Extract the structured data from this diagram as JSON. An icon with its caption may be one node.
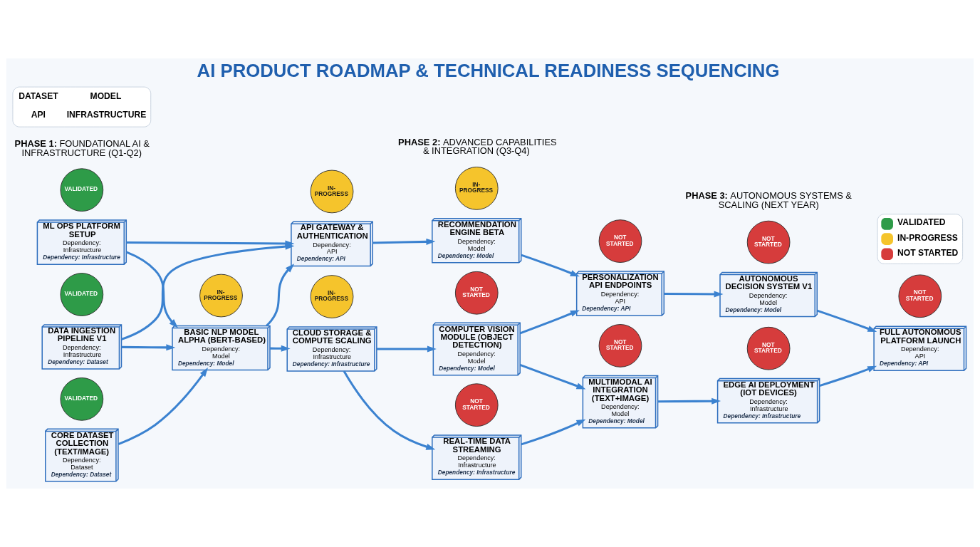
{
  "diagram": {
    "title": "AI PRODUCT ROADMAP & TECHNICAL READINESS SEQUENCING",
    "nodes": [
      {
        "text": [
          "DATA INGESTION PIPELINE V1",
          "Dependency: Infrastructure",
          "Dependency: Dataset"
        ]
      },
      {
        "text": [
          "VALIDATED"
        ]
      },
      {
        "text": [
          "CORE DATASET COLLECTION (TEXT/IMAGE)",
          "Dependency: Dataset",
          "Dependency: Dataset"
        ]
      },
      {
        "text": [
          "VALIDATED"
        ]
      },
      {
        "text": [
          "BASIC NLP MODEL ALPHA (BERT-BASED)",
          "Dependency: Model",
          "Dependency: Model"
        ]
      },
      {
        "text": [
          "IN-PROGRESS"
        ]
      },
      {
        "text": [
          "ML OPS PLATFORM SETUP",
          "Dependency: Infrastructure",
          "Dependency: Infrastructure"
        ]
      },
      {
        "text": [
          "VALIDATED"
        ]
      },
      {
        "text": [
          "API GATEWAY & AUTHENTICATION",
          "Dependency: API",
          "Dependency: API"
        ]
      },
      {
        "text": [
          "IN-PROGRESS"
        ]
      },
      {
        "text": [
          "CLOUD STORAGE & COMPUTE SCALING",
          "Dependency: Infrastructure",
          "Dependency: Infrastructure"
        ]
      },
      {
        "text": [
          "IN-PROGRESS"
        ]
      },
      {
        "text": [
          "RECOMMENDATION ENGINE BETA",
          "Dependency: Model",
          "Dependency: Model"
        ]
      },
      {
        "text": [
          "IN-PROGRESS"
        ]
      },
      {
        "text": [
          "COMPUTER VISION MODULE (OBJECT DETECTION)",
          "Dependency: Model",
          "Dependency: Model"
        ]
      },
      {
        "text": [
          "NOT STARTED"
        ]
      },
      {
        "text": [
          "REAL-TIME DATA STREAMING",
          "Dependency: Infrastructure",
          "Dependency: Infrastructure"
        ]
      },
      {
        "text": [
          "NOT STARTED"
        ]
      },
      {
        "text": [
          "PERSONALIZATION API ENDPOINTS",
          "Dependency: API",
          "Dependency: API"
        ]
      },
      {
        "text": [
          "NOT STARTED"
        ]
      },
      {
        "text": [
          "MULTIMODAL AI INTEGRATION (TEXT+IMAGE)",
          "Dependency: Model",
          "Dependency: Model"
        ]
      },
      {
        "text": [
          "NOT STARTED"
        ]
      },
      {
        "text": [
          "AUTONOMOUS DECISION SYSTEM V1",
          "Dependency: Model",
          "Dependency: Model"
        ]
      },
      {
        "text": [
          "NOT STARTED"
        ]
      },
      {
        "text": [
          "EDGE AI DEPLOYMENT (IOT DEVICES)",
          "Dependency: Infrastructure",
          "Dependency: Infrastructure"
        ]
      },
      {
        "text": [
          "NOT STARTED"
        ]
      },
      {
        "text": [
          "FULL AUTONOMOUS PLATFORM LAUNCH",
          "Dependency: API",
          "Dependency: API"
        ]
      },
      {
        "text": [
          "NOT STARTED"
        ]
      }
    ],
    "edges": [
      {
        "from": 0,
        "to": 8,
        "arrow": "to"
      },
      {
        "from": 0,
        "to": 4,
        "arrow": "to"
      },
      {
        "from": 2,
        "to": 4,
        "arrow": "to"
      },
      {
        "from": 6,
        "to": 4,
        "arrow": "to"
      },
      {
        "from": 6,
        "to": 8,
        "arrow": "to"
      },
      {
        "from": 4,
        "to": 8,
        "arrow": "to"
      },
      {
        "from": 4,
        "to": 10,
        "arrow": "to"
      },
      {
        "from": 8,
        "to": 12,
        "arrow": "to"
      },
      {
        "from": 10,
        "to": 14,
        "arrow": "to"
      },
      {
        "from": 10,
        "to": 16,
        "arrow": "to"
      },
      {
        "from": 12,
        "to": 18,
        "arrow": "to"
      },
      {
        "from": 14,
        "to": 18,
        "arrow": "to"
      },
      {
        "from": 14,
        "to": 20,
        "arrow": "to"
      },
      {
        "from": 16,
        "to": 20,
        "arrow": "to"
      },
      {
        "from": 18,
        "to": 22,
        "arrow": "to"
      },
      {
        "from": 20,
        "to": 24,
        "arrow": "to"
      },
      {
        "from": 22,
        "to": 26,
        "arrow": "to"
      },
      {
        "from": 24,
        "to": 26,
        "arrow": "to"
      }
    ],
    "labels": [
      "**PHASE 1:** FOUNDATIONAL AI & INFRASTRUCTURE (Q1-Q2)",
      "**PHASE 2:** ADVANCED CAPABILITIES & INTEGRATION (Q3-Q4)",
      "**PHASE 3:** AUTONOMOUS SYSTEMS & SCALING (NEXT YEAR)"
    ],
    "legend": [
      {
        "text": "DATASET"
      },
      {
        "text": "MODEL"
      },
      {
        "text": "API"
      },
      {
        "text": "INFRASTRUCTURE"
      },
      {
        "text": "VALIDATED",
        "color": "#2e9b48"
      },
      {
        "text": "IN-PROGRESS",
        "color": "#f5c42c"
      },
      {
        "text": "NOT STARTED",
        "color": "#d63c3c"
      }
    ]
  }
}
